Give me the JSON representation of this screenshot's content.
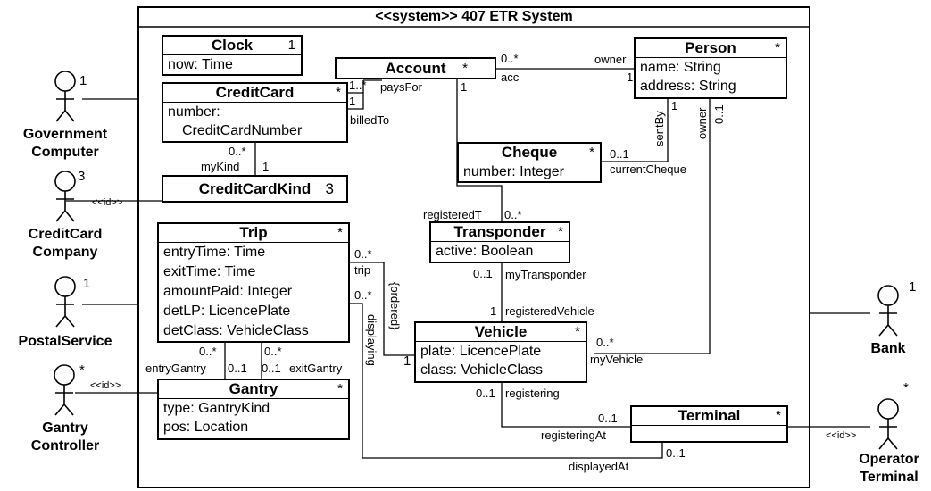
{
  "system": {
    "title": "<<system>> 407 ETR System"
  },
  "classes": {
    "clock": {
      "name": "Clock",
      "mult": "1",
      "attrs": [
        "now: Time"
      ]
    },
    "account": {
      "name": "Account",
      "mult": "*"
    },
    "person": {
      "name": "Person",
      "mult": "*",
      "attrs": [
        "name: String",
        "address: String"
      ]
    },
    "creditcard": {
      "name": "CreditCard",
      "mult": "*",
      "attrs": [
        "number:",
        "CreditCardNumber"
      ]
    },
    "cheque": {
      "name": "Cheque",
      "mult": "*",
      "attrs": [
        "number: Integer"
      ]
    },
    "creditcardkind": {
      "name": "CreditCardKind",
      "mult": "3"
    },
    "trip": {
      "name": "Trip",
      "mult": "*",
      "attrs": [
        "entryTime: Time",
        "exitTime: Time",
        "amountPaid: Integer",
        "detLP: LicencePlate",
        "detClass: VehicleClass"
      ]
    },
    "transponder": {
      "name": "Transponder",
      "mult": "*",
      "attrs": [
        "active: Boolean"
      ]
    },
    "vehicle": {
      "name": "Vehicle",
      "mult": "*",
      "attrs": [
        "plate: LicencePlate",
        "class: VehicleClass"
      ]
    },
    "gantry": {
      "name": "Gantry",
      "mult": "*",
      "attrs": [
        "type: GantryKind",
        "pos: Location"
      ]
    },
    "terminal": {
      "name": "Terminal",
      "mult": "*"
    }
  },
  "actors": {
    "government": {
      "name": "Government\nComputer",
      "mult": "1"
    },
    "creditcardco": {
      "name": "CreditCard\nCompany",
      "mult": "3"
    },
    "postal": {
      "name": "PostalService",
      "mult": "1"
    },
    "gantryctl": {
      "name": "Gantry\nController",
      "mult": "*"
    },
    "bank": {
      "name": "Bank",
      "mult": "1"
    },
    "operator": {
      "name": "Operator\nTerminal",
      "mult": "*"
    }
  },
  "labels": {
    "acc_owner_mult": "0..*",
    "owner": "owner",
    "acc": "acc",
    "acc_person_one": "1",
    "cc_mult": "1..*",
    "paysFor": "paysFor",
    "cc_one": "1",
    "billedTo": "billedTo",
    "acc_one": "1",
    "kind_many": "0..*",
    "myKind": "myKind",
    "kind_one": "1",
    "sentBy": "sentBy",
    "sentBy_one": "1",
    "owner_v": "owner",
    "owner_v_mult": "0..1",
    "cheque_mult": "0..1",
    "currentCheque": "currentCheque",
    "registeredT": "registeredT",
    "reg_many": "0..*",
    "cc_id": "<<id>>",
    "trip_many1": "0..*",
    "trip": "trip",
    "trip_many2": "0..*",
    "ordered": "{ordered}",
    "displaying": "displaying",
    "mytr_mult": "0..1",
    "myTransponder": "myTransponder",
    "regveh_one": "1",
    "registeredVehicle": "registeredVehicle",
    "trip_veh_one": "1",
    "myv_mult": "0..*",
    "myVehicle": "myVehicle",
    "entry_many": "0..*",
    "exit_many": "0..*",
    "entryGantry": "entryGantry",
    "entry_01": "0..1",
    "exit_01": "0..1",
    "exitGantry": "exitGantry",
    "gantry_id": "<<id>>",
    "veh_reg_mult": "0..1",
    "registering": "registering",
    "term_reg_mult": "0..1",
    "registeringAt": "registeringAt",
    "term_id": "<<id>>",
    "disp_mult": "0..1",
    "displayedAt": "displayedAt"
  }
}
